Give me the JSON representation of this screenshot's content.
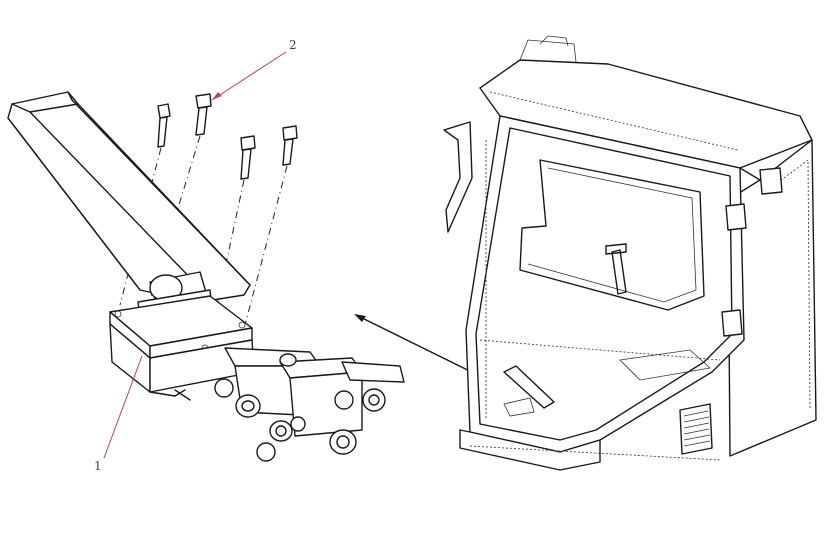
{
  "callouts": [
    {
      "id": "1",
      "label": "1"
    },
    {
      "id": "2",
      "label": "2"
    }
  ],
  "colors": {
    "line": "#1a1a1a",
    "leader": "#b8455a",
    "background": "#ffffff"
  }
}
